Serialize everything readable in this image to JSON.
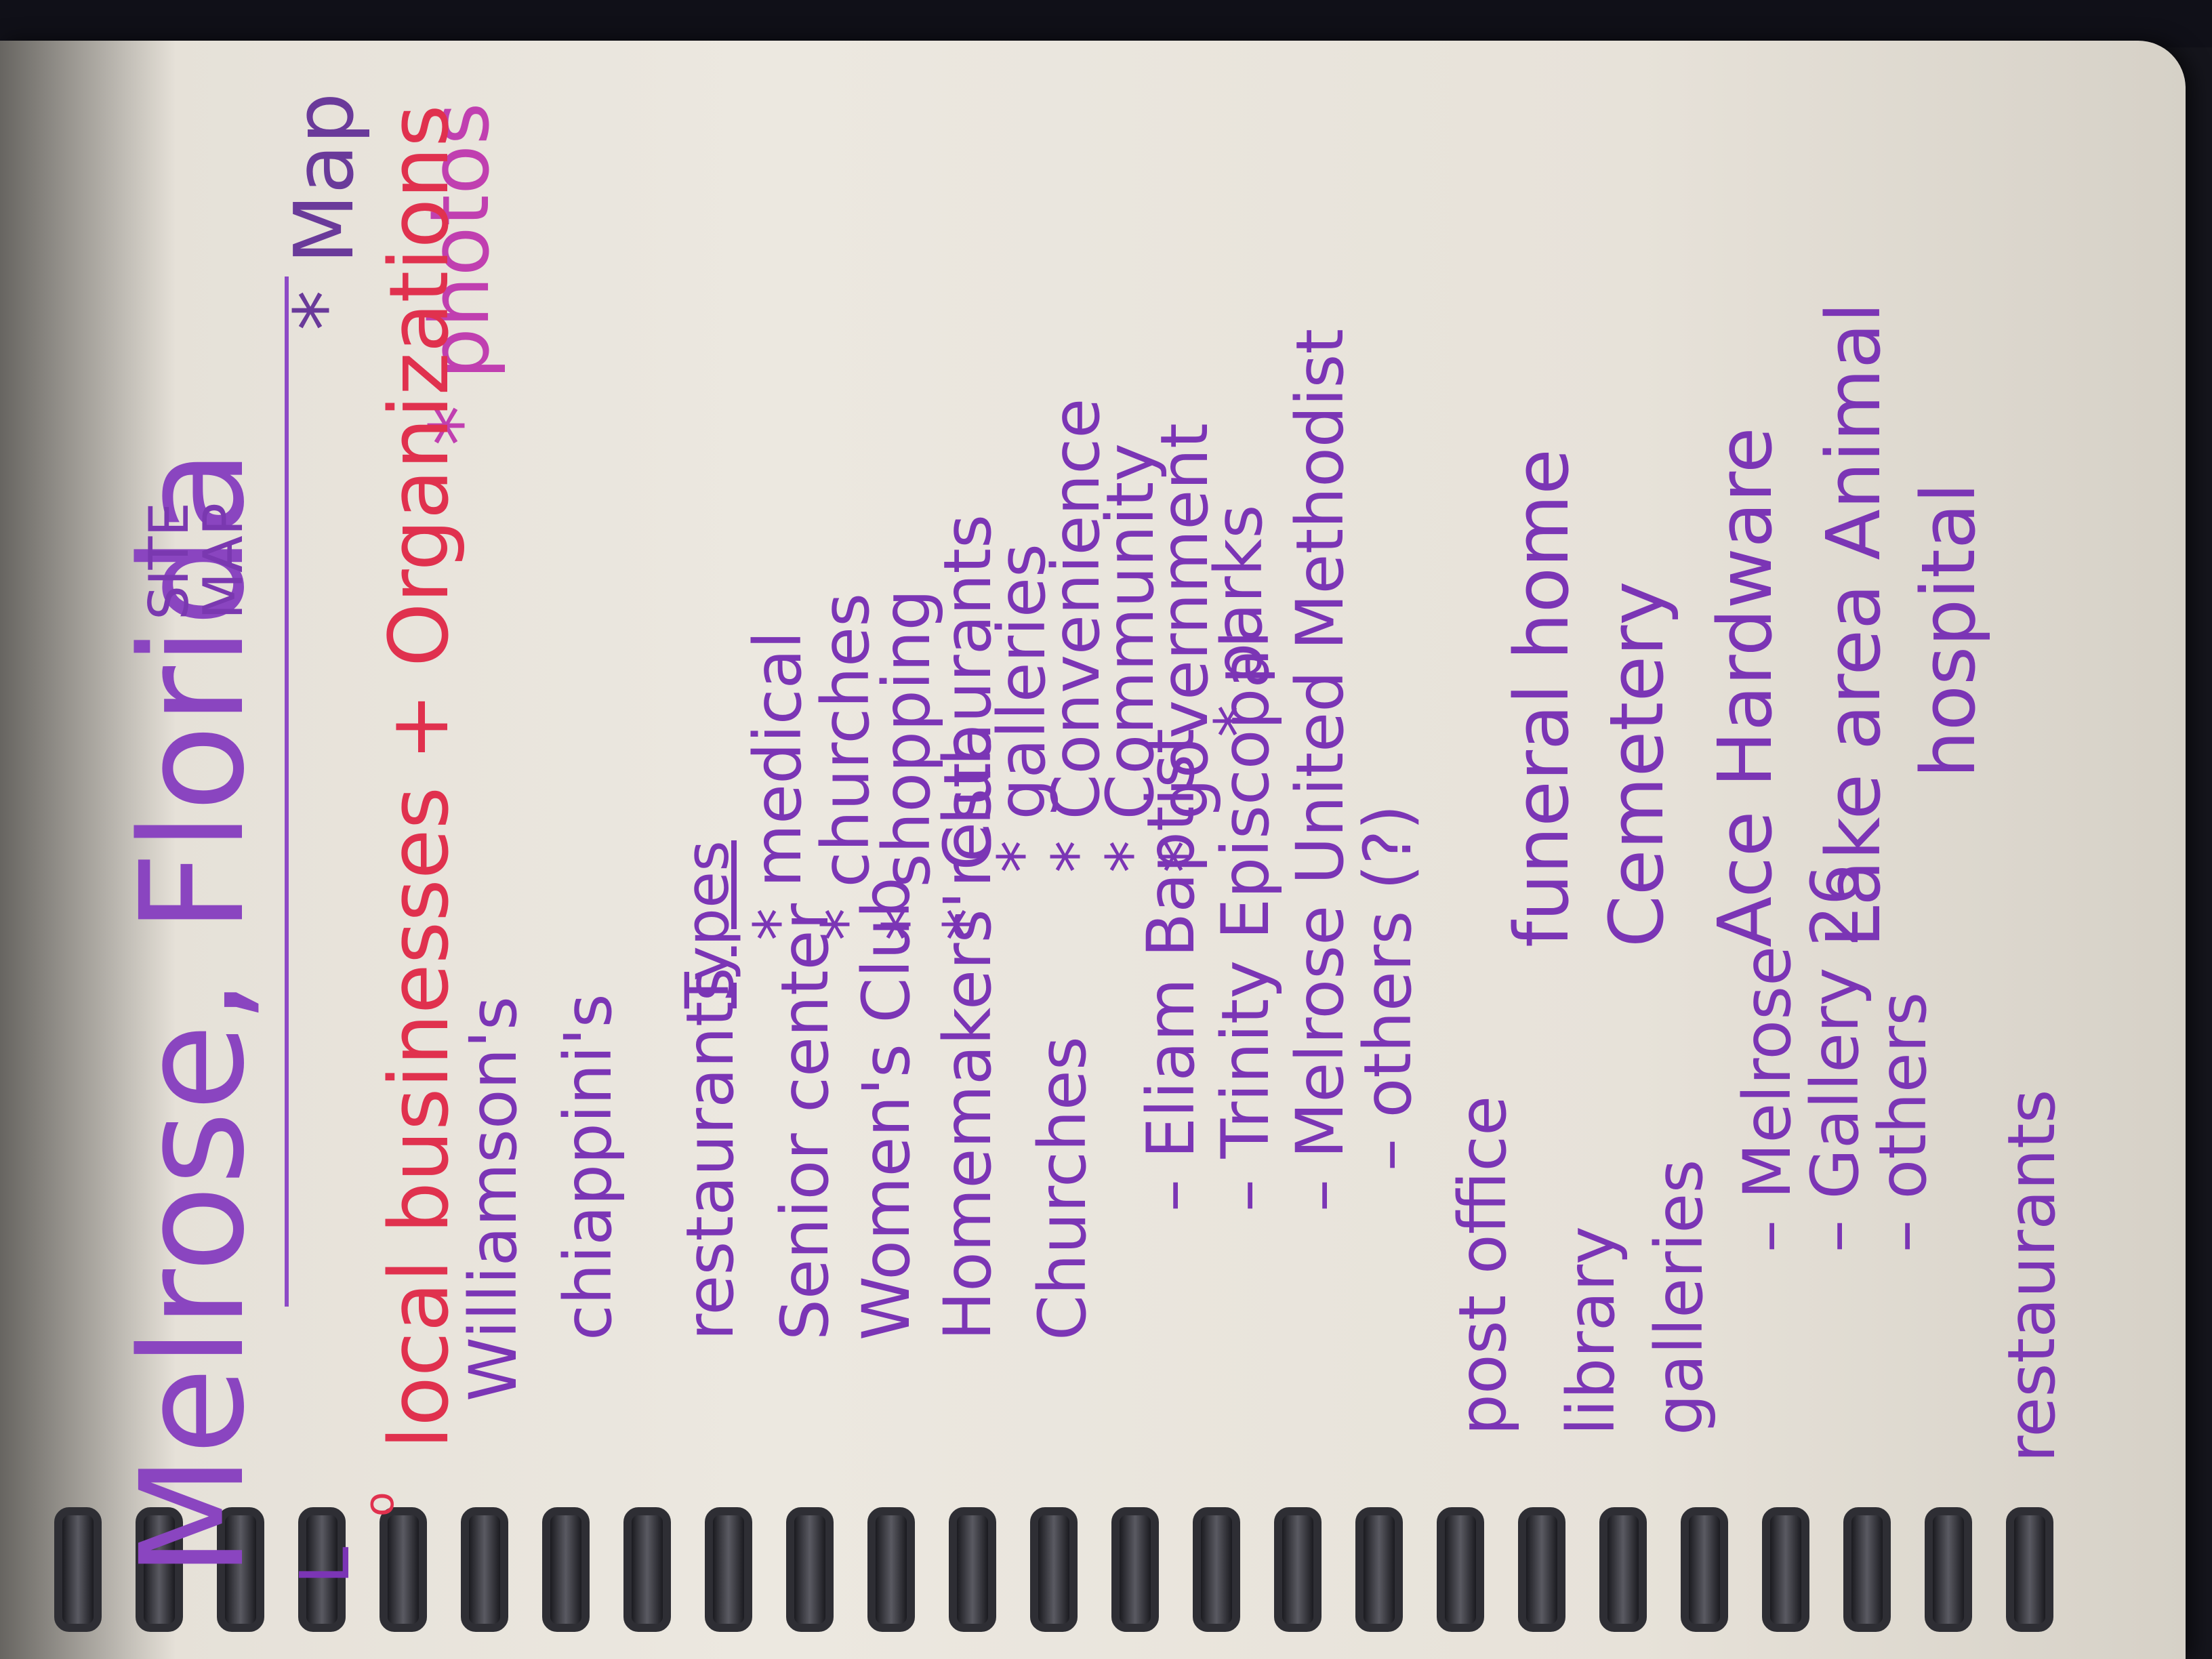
{
  "page": {
    "title": "Melrose, Florida",
    "heading": "SITE MAP",
    "map_note": "* Map",
    "photos_note": "* photos",
    "organizations_label": "local businesses + Organizations",
    "colors": {
      "ink": "#7b35b5",
      "red": "#e0314e",
      "paper": "#ece8e0"
    }
  },
  "branches": {
    "main": [
      "Williamson's",
      "chiappini's",
      "restaurants",
      "Senior center",
      "Women's Club",
      "Homemakers' Club",
      "Churches"
    ],
    "churches": [
      "– Eliam Baptist",
      "– Trinity Episcopal",
      "– Melrose United Methodist",
      "– others (?)"
    ],
    "lower": [
      "post office",
      "library",
      "galleries"
    ],
    "galleries": [
      "– Melrose",
      "– Gallery 26",
      "– others"
    ],
    "restaurants": "restaurants",
    "right_column": [
      "funeral home",
      "Cemetery",
      "Ace Hardware",
      "Lake area Animal",
      "hospital"
    ]
  },
  "types": {
    "heading": "Types",
    "items": [
      "* medical",
      "* churches",
      "* shopping",
      "* restaurants",
      "* galleries",
      "* Convenience",
      "* Community",
      "* government",
      "* parks"
    ]
  }
}
